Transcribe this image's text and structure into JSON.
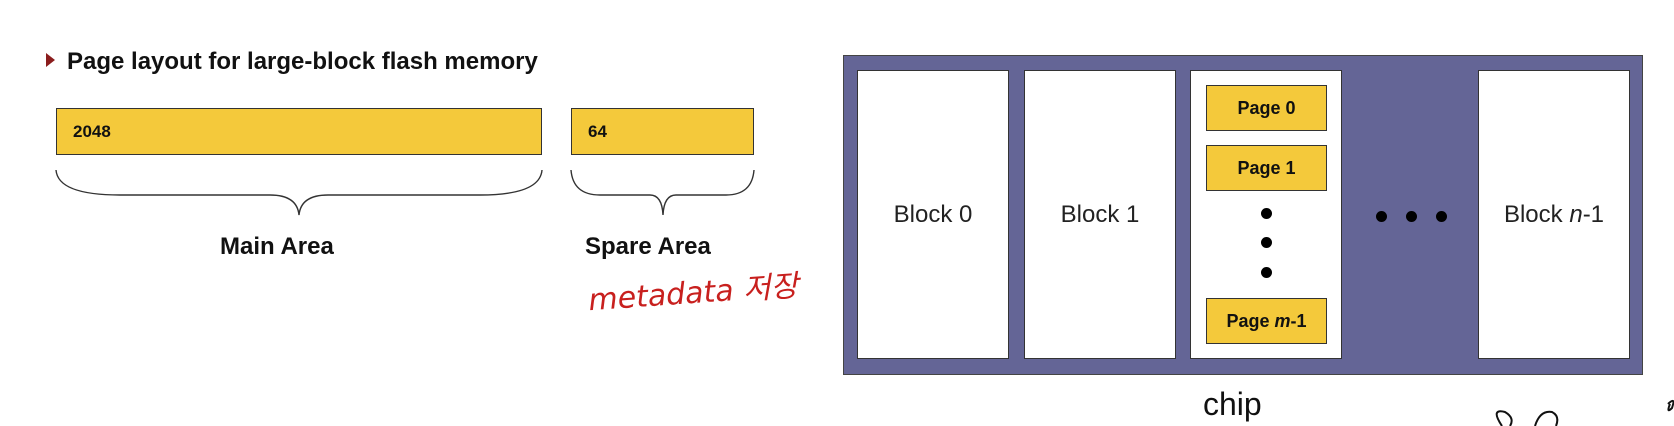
{
  "heading": "Page layout for large-block flash memory",
  "layout": {
    "main_size": "2048",
    "spare_size": "64",
    "main_label": "Main Area",
    "spare_label": "Spare Area"
  },
  "annotation": {
    "handwritten_note": "metadata 저장",
    "color": "#c8201e"
  },
  "chip": {
    "blocks": [
      "Block 0",
      "Block 1",
      "Block n-1"
    ],
    "block_last_prefix": "Block ",
    "block_last_var": "n",
    "block_last_suffix": "-1",
    "pages": [
      "Page 0",
      "Page 1"
    ],
    "page_last_prefix": "Page ",
    "page_last_var": "m",
    "page_last_suffix": "-1",
    "label": "chip"
  },
  "colors": {
    "chip_bg": "#646596",
    "box_fill": "#f4c93b",
    "arrow": "#8b1d1d"
  }
}
